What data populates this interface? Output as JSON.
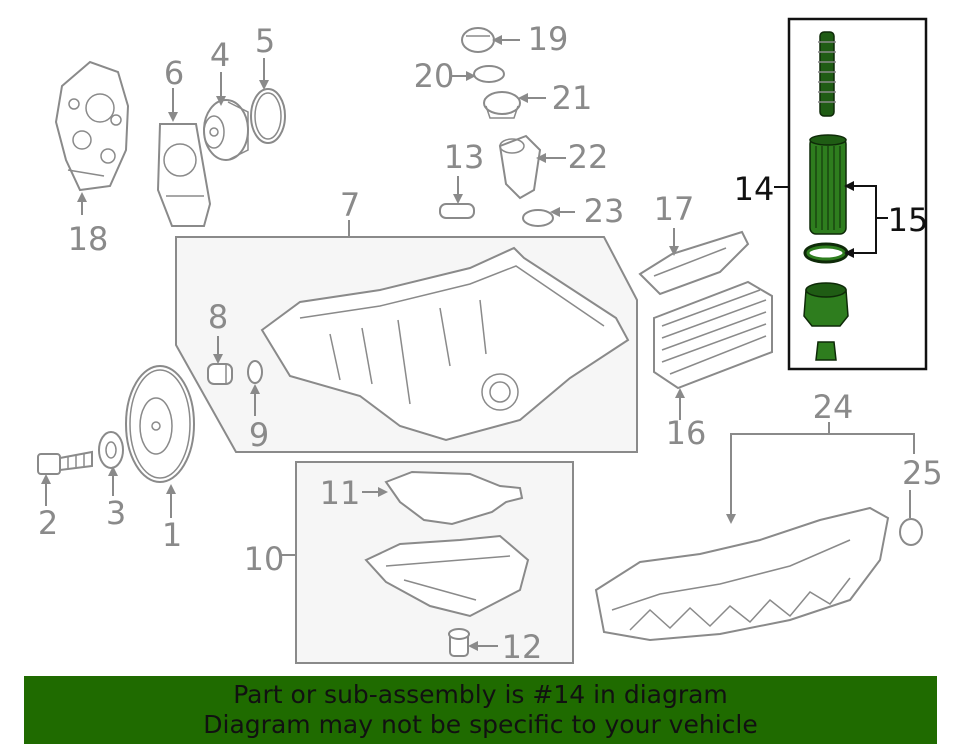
{
  "diagram": {
    "highlighted_part": "14",
    "callouts": {
      "c1": "1",
      "c2": "2",
      "c3": "3",
      "c4": "4",
      "c5": "5",
      "c6": "6",
      "c7": "7",
      "c8": "8",
      "c9": "9",
      "c10": "10",
      "c11": "11",
      "c12": "12",
      "c13": "13",
      "c14": "14",
      "c15": "15",
      "c16": "16",
      "c17": "17",
      "c18": "18",
      "c19": "19",
      "c20": "20",
      "c21": "21",
      "c22": "22",
      "c23": "23",
      "c24": "24",
      "c25": "25"
    },
    "colors": {
      "highlight_fill": "#2e7d1e",
      "line_gray": "#8a8a8a",
      "banner_bg": "#1f6b00"
    }
  },
  "banner": {
    "line1": "Part or sub-assembly is #14 in diagram",
    "line2": "Diagram may not be specific to your vehicle"
  }
}
